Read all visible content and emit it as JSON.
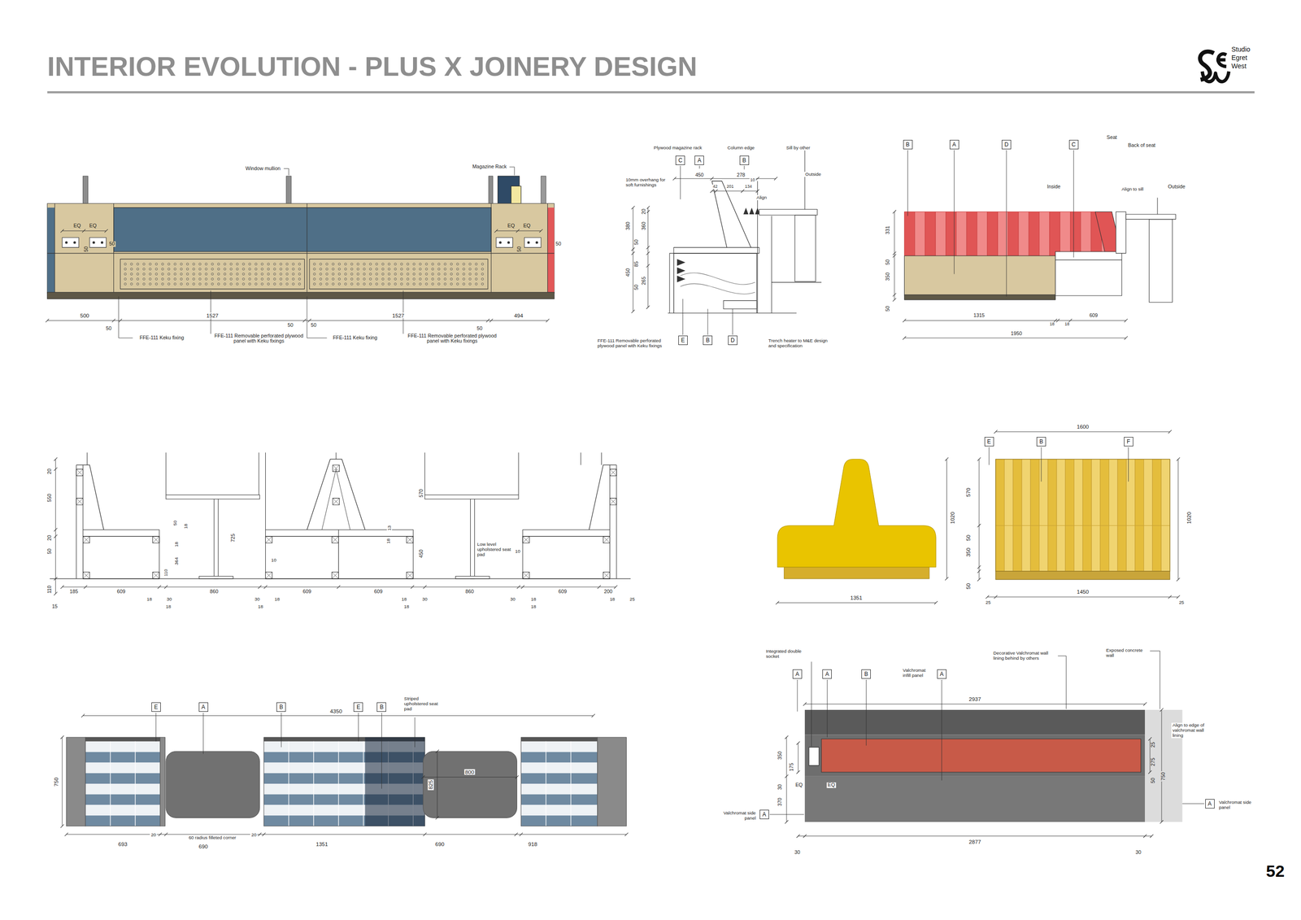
{
  "diagram": {
    "title": "INTERIOR EVOLUTION - PLUS X JOINERY DESIGN",
    "nodes": [
      {
        "text": [
          "C"
        ]
      },
      {
        "text": [
          "A"
        ]
      },
      {
        "text": [
          "B"
        ]
      },
      {
        "text": [
          "E"
        ]
      },
      {
        "text": [
          "B"
        ]
      },
      {
        "text": [
          "D"
        ]
      },
      {
        "text": [
          "B"
        ]
      },
      {
        "text": [
          "A"
        ]
      },
      {
        "text": [
          "D"
        ]
      },
      {
        "text": [
          "C"
        ]
      },
      {
        "text": [
          "E"
        ]
      },
      {
        "text": [
          "B"
        ]
      },
      {
        "text": [
          "F"
        ]
      },
      {
        "text": [
          "E"
        ]
      },
      {
        "text": [
          "A"
        ]
      },
      {
        "text": [
          "B"
        ]
      },
      {
        "text": [
          "E"
        ]
      },
      {
        "text": [
          "B"
        ]
      },
      {
        "text": [
          "A"
        ]
      },
      {
        "text": [
          "A"
        ]
      },
      {
        "text": [
          "B"
        ]
      },
      {
        "text": [
          "A"
        ]
      },
      {
        "text": [
          "A"
        ]
      },
      {
        "text": [
          "A"
        ]
      }
    ],
    "labels": [
      "Studio",
      "Egret",
      "West",
      "52",
      "Window mullion",
      "Magazine Rack",
      "EQ",
      "EQ",
      "50",
      "50",
      "EQ",
      "EQ",
      "50",
      "50",
      "500",
      "1527",
      "1527",
      "494",
      "50",
      "50",
      "50",
      "50",
      "FFE-111 Keku fixing",
      "FFE-111 Removable perforated plywood panel with Keku fixings",
      "FFE-111 Keku fixing",
      "FFE-111 Removable perforated plywood panel with Keku fixings",
      "Plywood magazine rack",
      "Column edge",
      "Sill by other",
      "450",
      "278",
      "10",
      "42",
      "201",
      "134",
      "10mm overhang for soft furnishings",
      "Align",
      "Outside",
      "380",
      "360",
      "20",
      "50",
      "450",
      "85",
      "265",
      "50",
      "FFE-111 Removable perforated plywood panel with Keku fixings",
      "Trench heater to M&E design and specification",
      "Seat",
      "Back of seat",
      "Inside",
      "Align to sill",
      "Outside",
      "331",
      "50",
      "350",
      "50",
      "1315",
      "609",
      "18",
      "18",
      "1950",
      "20",
      "550",
      "20",
      "50",
      "110",
      "15",
      "185",
      "609",
      "860",
      "609",
      "609",
      "860",
      "609",
      "200",
      "18",
      "30",
      "18",
      "30",
      "18",
      "18",
      "18",
      "30",
      "18",
      "30",
      "18",
      "18",
      "18",
      "25",
      "50",
      "18",
      "18",
      "364",
      "725",
      "110",
      "10",
      "13",
      "18",
      "450",
      "570",
      "Low level upholstered seat pad",
      "10",
      "1351",
      "1020",
      "1600",
      "570",
      "50",
      "350",
      "50",
      "1020",
      "1450",
      "25",
      "25",
      "Striped upholstered seat pad",
      "4350",
      "750",
      "825",
      "800",
      "693",
      "20",
      "60 radius filleted corner",
      "20",
      "690",
      "1351",
      "690",
      "918",
      "Integrated double socket",
      "Valchromat infill panel",
      "Decorative Valchromat wall lining behind by others",
      "Exposed concrete wall",
      "2937",
      "350",
      "175",
      "30",
      "370",
      "EQ",
      "EQ",
      "Align to edge of valchromat wall lining",
      "25",
      "275",
      "50",
      "750",
      "Valchromat side panel",
      "Valchromat side panel",
      "2877",
      "30",
      "30"
    ]
  }
}
